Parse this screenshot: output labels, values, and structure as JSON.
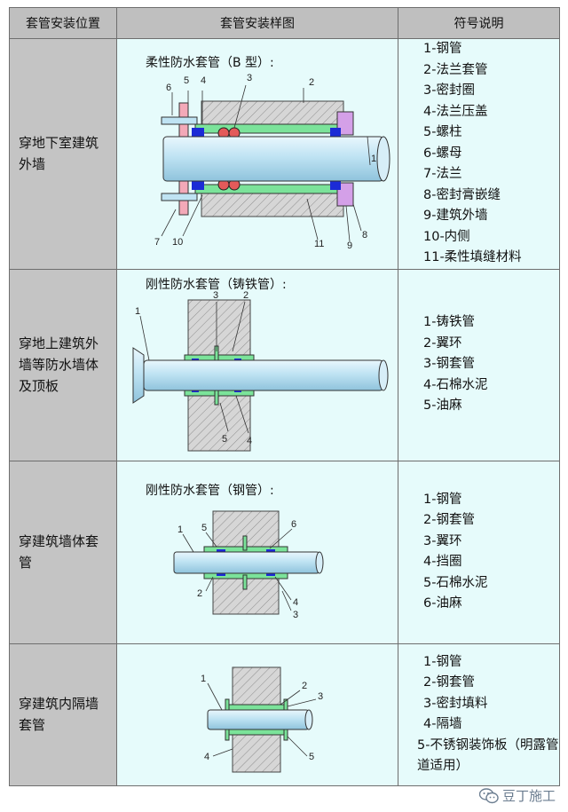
{
  "table": {
    "headers": [
      "套管安装位置",
      "套管安装样图",
      "符号说明"
    ],
    "rows": [
      {
        "location": "穿地下室建筑外墙",
        "caption": "柔性防水套管（B 型）:",
        "legend": [
          "1-钢管",
          "2-法兰套管",
          "3-密封圈",
          "4-法兰压盖",
          "5-螺柱",
          "6-螺母",
          "7-法兰",
          "8-密封膏嵌缝",
          "9-建筑外墙",
          "10-内侧",
          "11-柔性填缝材料"
        ]
      },
      {
        "location": "穿地上建筑外墙等防水墙体及顶板",
        "caption": "刚性防水套管（铸铁管）:",
        "legend": [
          "1-铸铁管",
          "2-翼环",
          "3-钢套管",
          "4-石棉水泥",
          "5-油麻"
        ]
      },
      {
        "location": "穿建筑墙体套管",
        "caption": "刚性防水套管（钢管）:",
        "legend": [
          "1-钢管",
          "2-钢套管",
          "3-翼环",
          "4-挡圈",
          "5-石棉水泥",
          "6-油麻"
        ]
      },
      {
        "location": "穿建筑内隔墙套管",
        "caption": "",
        "legend": [
          "1-钢管",
          "2-钢套管",
          "3-密封填料",
          "4-隔墙",
          "5-不锈钢装饰板（明露管道适用）"
        ]
      }
    ]
  },
  "diagram_labels": {
    "d1": [
      "1",
      "2",
      "3",
      "4",
      "5",
      "6",
      "7",
      "8",
      "9",
      "10",
      "11"
    ],
    "d2": [
      "1",
      "2",
      "3",
      "4",
      "5"
    ],
    "d3": [
      "1",
      "2",
      "3",
      "4",
      "5",
      "6"
    ],
    "d4": [
      "1",
      "2",
      "3",
      "4",
      "5"
    ]
  },
  "watermark": {
    "text": "豆丁施工",
    "icon": "wechat-icon"
  },
  "colors": {
    "header_bg": "#bfbfbf",
    "location_bg": "#c4c4c4",
    "cell_bg": "#e6fbfb",
    "pipe": "#bfe3f3",
    "seal_green": "#7be39a",
    "seal_blue": "#1b2bd6",
    "ring_pink": "#f3a9b8"
  }
}
